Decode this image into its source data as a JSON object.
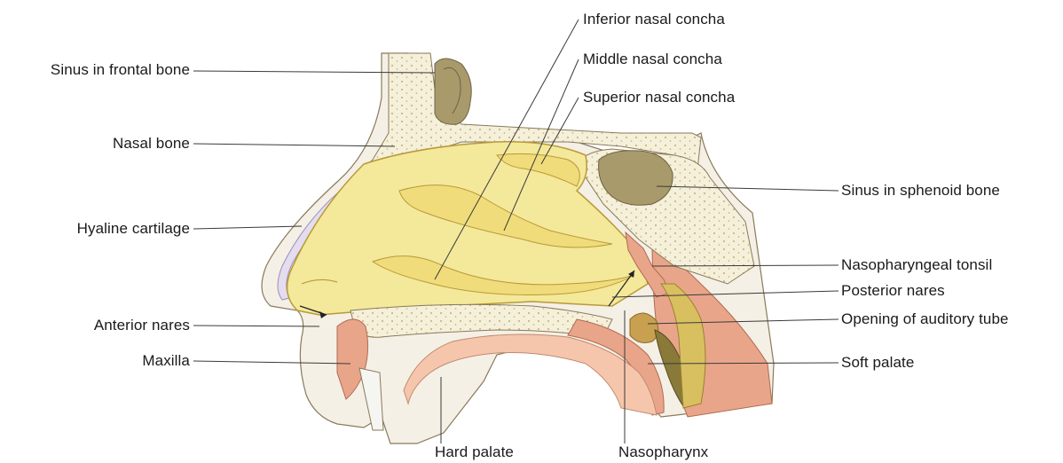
{
  "labels": {
    "sinus_frontal": "Sinus in frontal bone",
    "nasal_bone": "Nasal bone",
    "hyaline_cartilage": "Hyaline cartilage",
    "anterior_nares": "Anterior nares",
    "maxilla": "Maxilla",
    "hard_palate": "Hard palate",
    "nasopharynx": "Nasopharynx",
    "inferior_concha": "Inferior nasal concha",
    "middle_concha": "Middle nasal concha",
    "superior_concha": "Superior nasal concha",
    "sinus_sphenoid": "Sinus in sphenoid bone",
    "nasopharyngeal_tonsil": "Nasopharyngeal tonsil",
    "posterior_nares": "Posterior nares",
    "auditory_tube": "Opening of auditory tube",
    "soft_palate": "Soft palate"
  },
  "colors": {
    "cavity": "#f4e89a",
    "cavity_outline": "#b89a3a",
    "bone": "#f5f0da",
    "bone_dots": "#c8b98a",
    "sinus": "#a89a6a",
    "muscle": "#e9a58a",
    "cartilage": "#e4dcef",
    "skin": "#f4f0e6"
  }
}
